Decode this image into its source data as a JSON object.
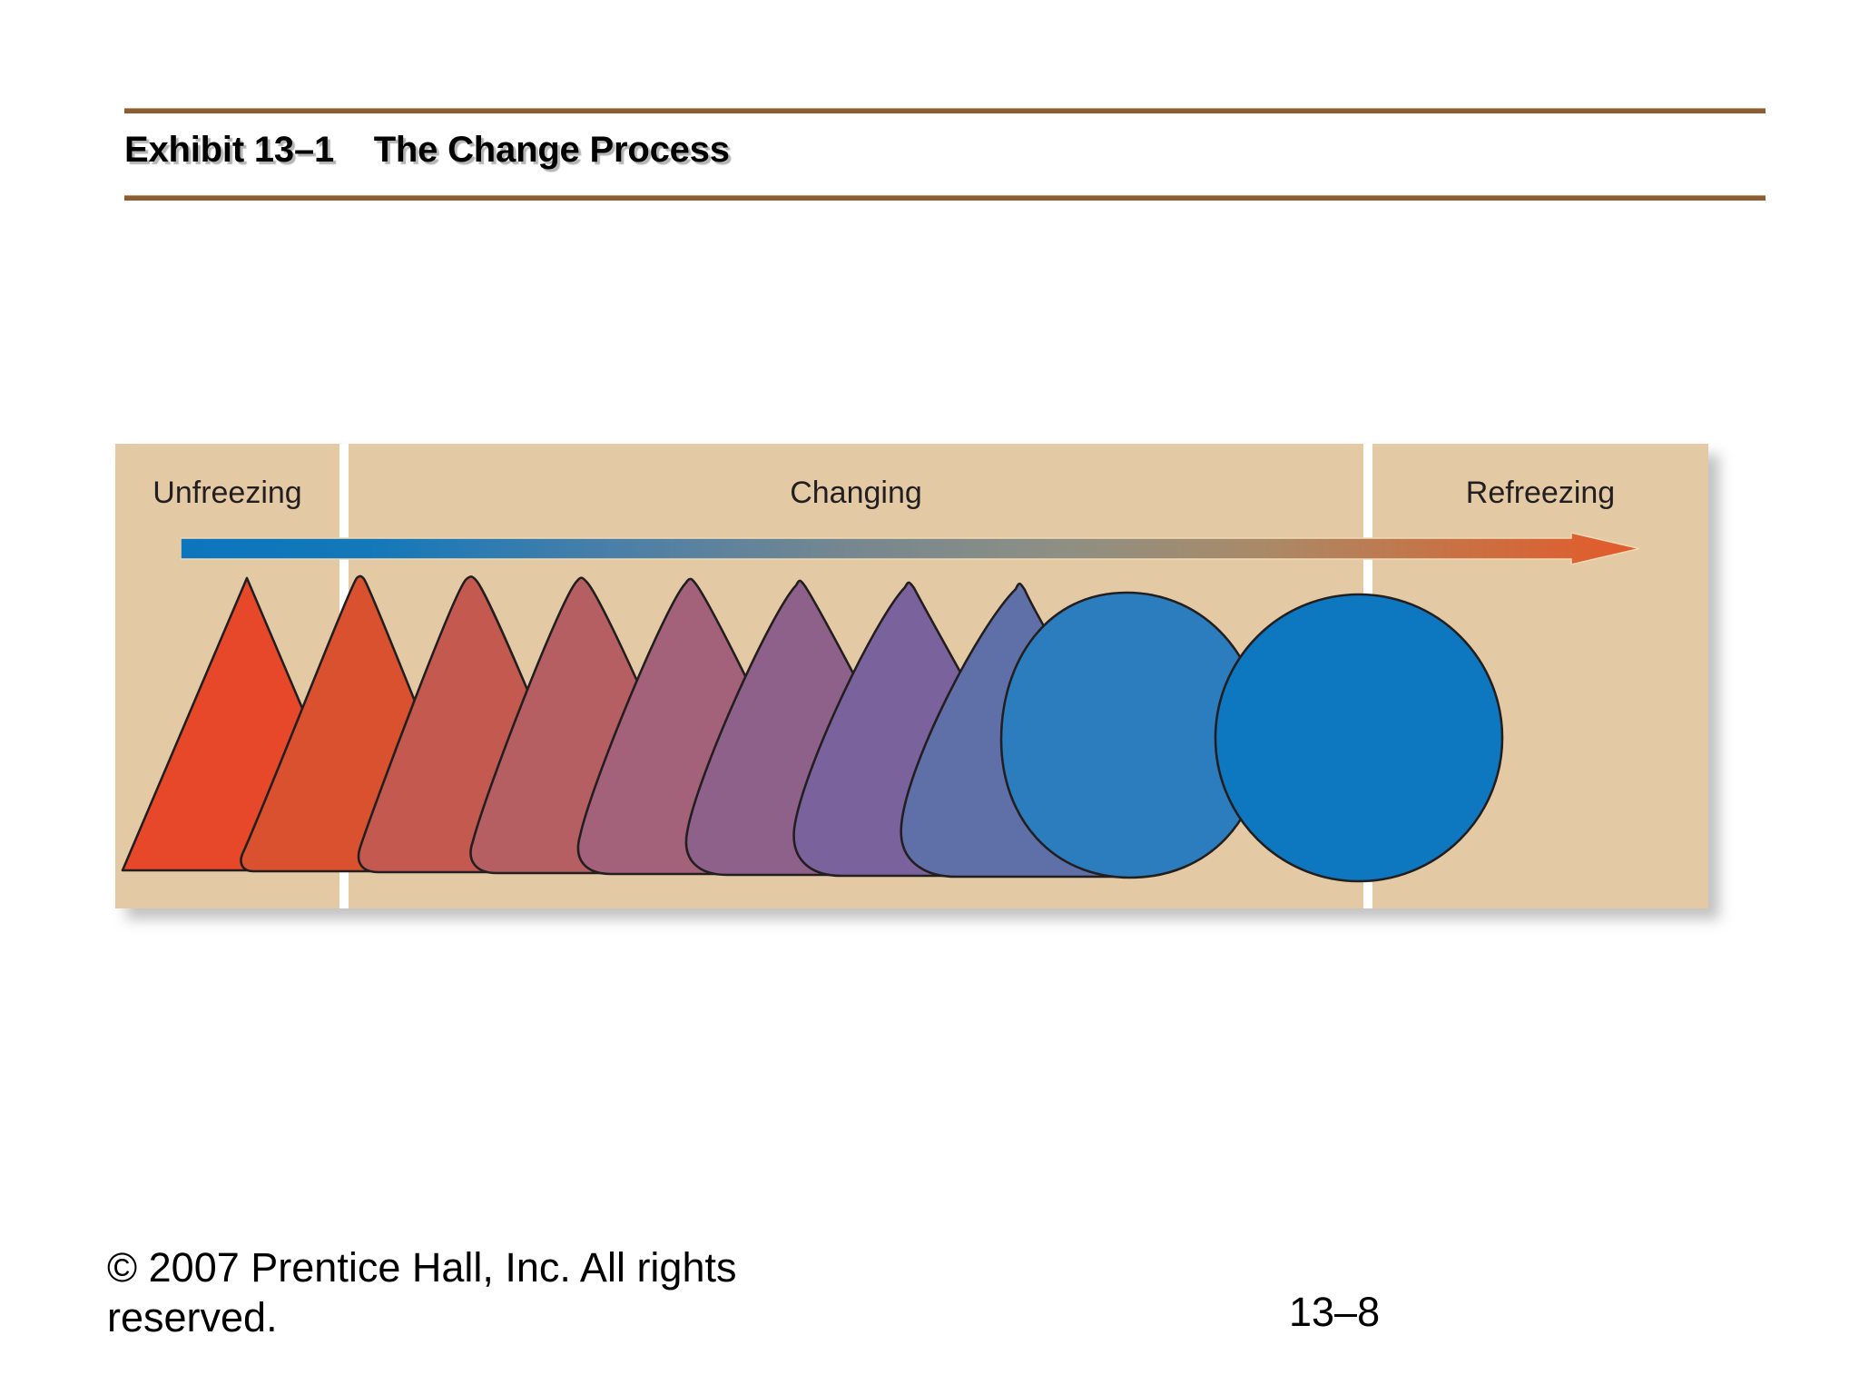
{
  "slide": {
    "title": "Exhibit 13–1    The Change Process",
    "copyright": "© 2007 Prentice Hall, Inc. All rights reserved.",
    "page_number": "13–8",
    "rule_color": "#8b5d33",
    "panel_color": "#e3c9a4",
    "divider_color": "#ffffff"
  },
  "diagram": {
    "stages": [
      {
        "label": "Unfreezing"
      },
      {
        "label": "Changing"
      },
      {
        "label": "Refreezing"
      }
    ],
    "arrow": {
      "name": "process-arrow",
      "gradient_start": "#0c75bc",
      "gradient_mid": "#8d8f84",
      "gradient_end": "#e4592a",
      "direction": "left-to-right"
    },
    "shape_sequence": {
      "description": "Ten morphing shapes progressing from a sharp triangle to a full circle",
      "count": 10,
      "start_shape": "triangle",
      "end_shape": "circle",
      "colors": [
        "#e8482a",
        "#d9512f",
        "#c45a4f",
        "#b55f63",
        "#a4617a",
        "#8d6189",
        "#7a639c",
        "#5f6fa8",
        "#2c7dbe",
        "#0d77c0"
      ],
      "stroke": "#231f20"
    }
  }
}
